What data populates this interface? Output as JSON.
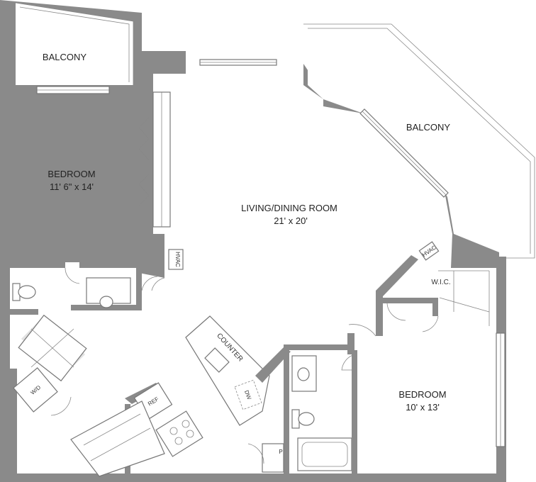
{
  "rooms": {
    "balcony_left": {
      "name": "BALCONY"
    },
    "bedroom_left": {
      "name": "BEDROOM",
      "size": "11' 6\" x 14'"
    },
    "living_dining": {
      "name": "LIVING/DINING ROOM",
      "size": "21' x 20'"
    },
    "balcony_right": {
      "name": "BALCONY"
    },
    "wic": {
      "name": "W.I.C."
    },
    "bedroom_right": {
      "name": "BEDROOM",
      "size": "10' x 13'"
    }
  },
  "fixtures": {
    "hvac_left": "HVAC",
    "hvac_right": "HVAC",
    "counter": "COUNTER",
    "dishwasher": "DW",
    "refrigerator": "REF",
    "washer_dryer": "W/D",
    "pantry": "P"
  }
}
